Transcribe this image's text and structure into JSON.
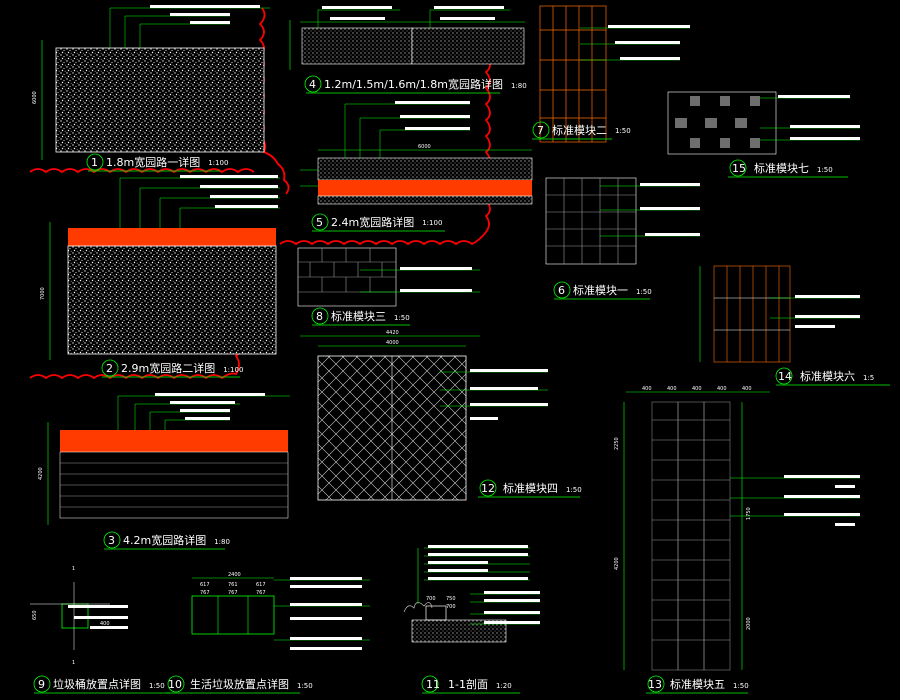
{
  "colors": {
    "background": "#000000",
    "line_green": "#00ff00",
    "line_white": "#ffffff",
    "cloud_red": "#ff0000",
    "paving_orange": "#ff3b00",
    "brick_brown": "#ff6a00",
    "grid_grey": "#9a9a9a",
    "hatch_white": "#d8d8d8"
  },
  "details": {
    "d1": {
      "num": "1",
      "title": "1.8m宽园路一详图",
      "scale": "1:100"
    },
    "d2": {
      "num": "2",
      "title": "2.9m宽园路二详图",
      "scale": "1:100"
    },
    "d3": {
      "num": "3",
      "title": "4.2m宽园路详图",
      "scale": "1:80"
    },
    "d4": {
      "num": "4",
      "title": "1.2m/1.5m/1.6m/1.8m宽园路详图",
      "scale": "1:80"
    },
    "d5": {
      "num": "5",
      "title": "2.4m宽园路详图",
      "scale": "1:100"
    },
    "d6": {
      "num": "6",
      "title": "标准模块一",
      "scale": "1:50"
    },
    "d7": {
      "num": "7",
      "title": "标准模块二",
      "scale": "1:50"
    },
    "d8": {
      "num": "8",
      "title": "标准模块三",
      "scale": "1:50"
    },
    "d9": {
      "num": "9",
      "title": "垃圾桶放置点详图",
      "scale": "1:50"
    },
    "d10": {
      "num": "10",
      "title": "生活垃圾放置点详图",
      "scale": "1:50"
    },
    "d11": {
      "num": "11",
      "title": "1-1剖面",
      "scale": "1:20"
    },
    "d12": {
      "num": "12",
      "title": "标准模块四",
      "scale": "1:50"
    },
    "d13": {
      "num": "13",
      "title": "标准模块五",
      "scale": "1:50"
    },
    "d14": {
      "num": "14",
      "title": "标准模块六",
      "scale": "1:5"
    },
    "d15": {
      "num": "15",
      "title": "标准模块七",
      "scale": "1:50"
    }
  },
  "dimensions": {
    "d1_left": "6000",
    "d2_left": "7000",
    "d3_left": "4200",
    "d5_top": "6000",
    "d12_top": "4420",
    "d12_top_mid": "4000",
    "d13_cols": [
      "400",
      "400",
      "400",
      "400",
      "400"
    ],
    "d13_left": "2250",
    "d13_left_low": "4200",
    "d13_right": "1750",
    "d13_right_low": "2000",
    "d10_top": "2400",
    "d10_cols": [
      "617",
      "761",
      "617"
    ],
    "d10_cols2": [
      "767",
      "767",
      "767"
    ],
    "d9_top": "1",
    "d9_left": "650",
    "d9_right": "400",
    "d9_bottom": "1",
    "d11_left": "700",
    "d11_mid": [
      "750",
      "700"
    ]
  }
}
